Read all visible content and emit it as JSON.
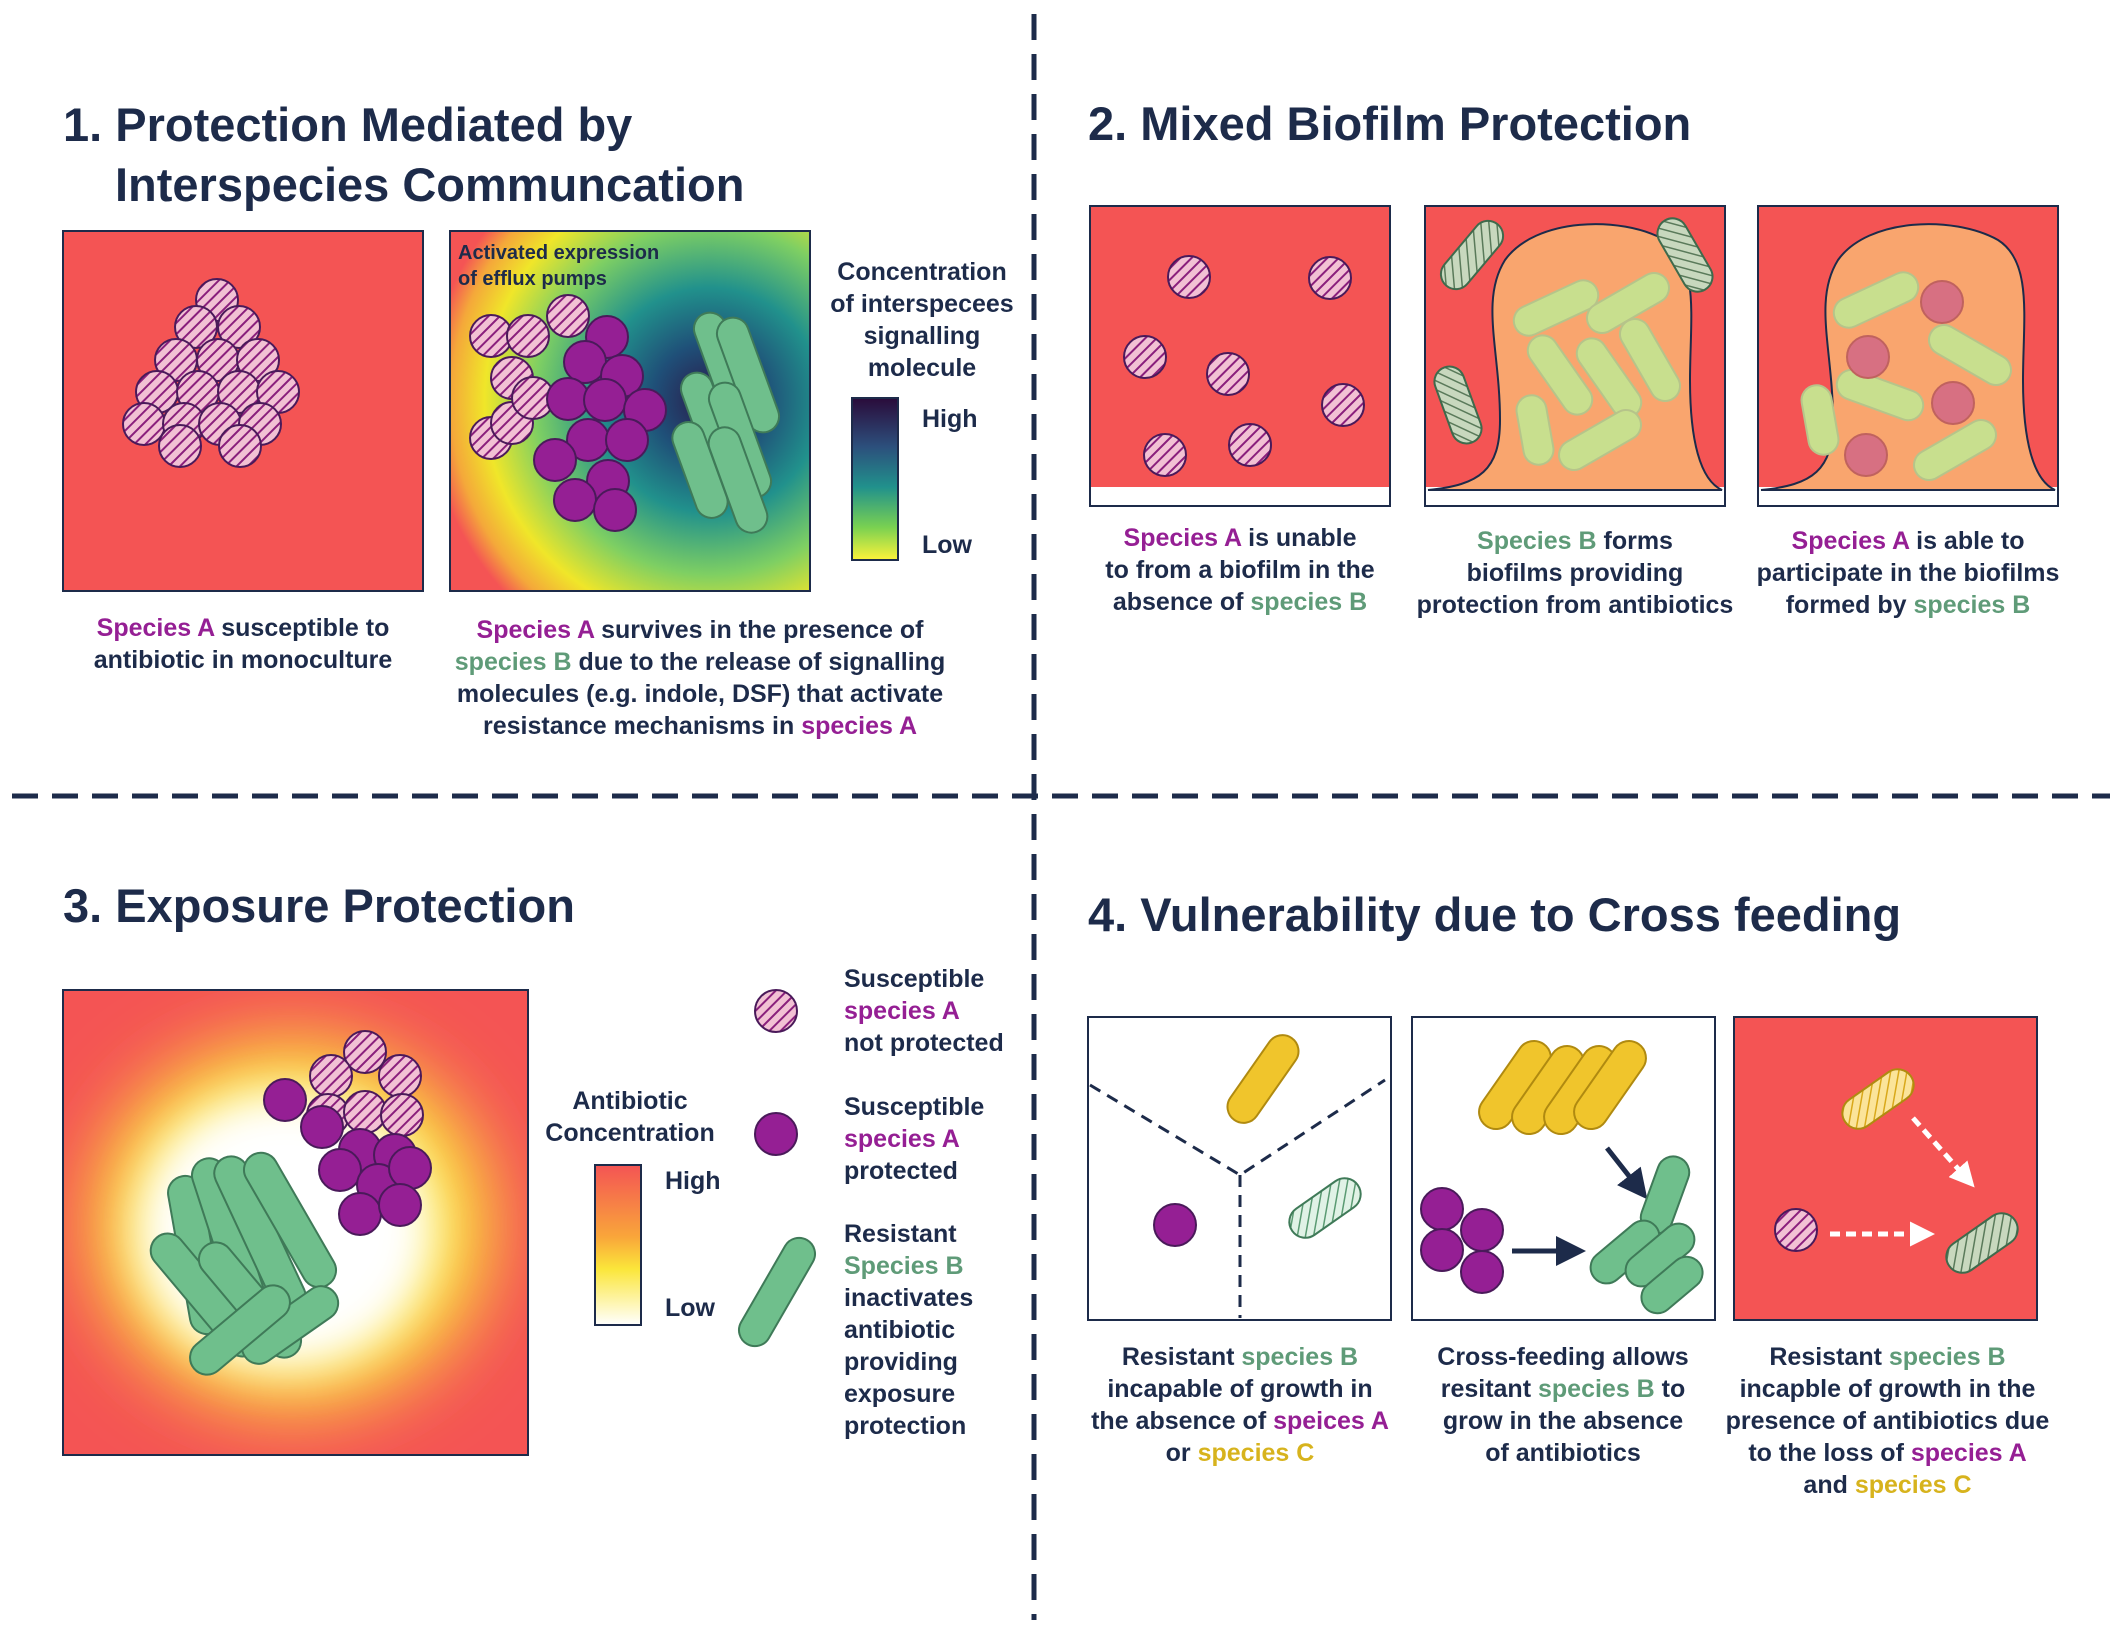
{
  "titles": {
    "p1_line1": "1. Protection Mediated by",
    "p1_line2": "Interspecies Communcation",
    "p2": "2. Mixed Biofilm Protection",
    "p3": "3. Exposure Protection",
    "p4": "4. Vulnerability due to Cross feeding"
  },
  "species": {
    "a_cap": "Species A",
    "a_low": "species A",
    "b_cap": "Species B",
    "b_low": "species B",
    "c_low": "species C",
    "a_typo": "speices A"
  },
  "panel1": {
    "efflux_line1": "Activated expression",
    "efflux_line2": "of efflux pumps",
    "conc_title": [
      "Concentration",
      "of interspecees",
      "signalling",
      "molecule"
    ],
    "high": "High",
    "low": "Low",
    "cap1_l1_rest": " susceptible to",
    "cap1_l2": "antibiotic in monoculture",
    "cap2_l1_rest": " survives in the presence of",
    "cap2_l2_rest": " due to the release of signalling",
    "cap2_l3": "molecules (e.g. indole, DSF) that activate",
    "cap2_l4_pre": "resistance mechanisms in "
  },
  "panel2": {
    "c1_l1_rest": " is unable",
    "c1_l2": "to from a biofilm in the",
    "c1_l3_pre": "absence of ",
    "c2_l1_rest": " forms",
    "c2_l2": "biofilms providing",
    "c2_l3": "protection from antibiotics",
    "c3_l1_rest": " is able to",
    "c3_l2": "participate in the biofilms",
    "c3_l3_pre": "formed by "
  },
  "panel3": {
    "conc_title": [
      "Antibiotic",
      "Concentration"
    ],
    "high": "High",
    "low": "Low",
    "leg1": [
      "Susceptible",
      "not protected"
    ],
    "leg2": [
      "Susceptible",
      "protected"
    ],
    "leg3": [
      "Resistant",
      "inactivates",
      "antibiotic",
      "providing",
      "exposure",
      "protection"
    ]
  },
  "panel4": {
    "c1_l1_pre": "Resistant ",
    "c1_l2": "incapable of growth in",
    "c1_l3_pre": "the absence of ",
    "c1_l4_pre": "or ",
    "c2_l1": "Cross-feeding allows",
    "c2_l2_pre": "resitant ",
    "c2_l2_post": " to",
    "c2_l3": "grow in the absence",
    "c2_l4": "of antibiotics",
    "c3_l1_pre": "Resistant ",
    "c3_l2": "incapble of growth in the",
    "c3_l3": "presence of antibiotics due",
    "c3_l4_pre": "to the loss of ",
    "c3_l5_pre": "and "
  },
  "colors": {
    "navy": "#1d2b4a",
    "antibiotic_red": "#f45454",
    "species_a_purple": "#951f94",
    "species_b_green": "#6fbf8c",
    "species_c_yellow": "#f0c52c",
    "biofilm_orange": "#f9a56e"
  }
}
